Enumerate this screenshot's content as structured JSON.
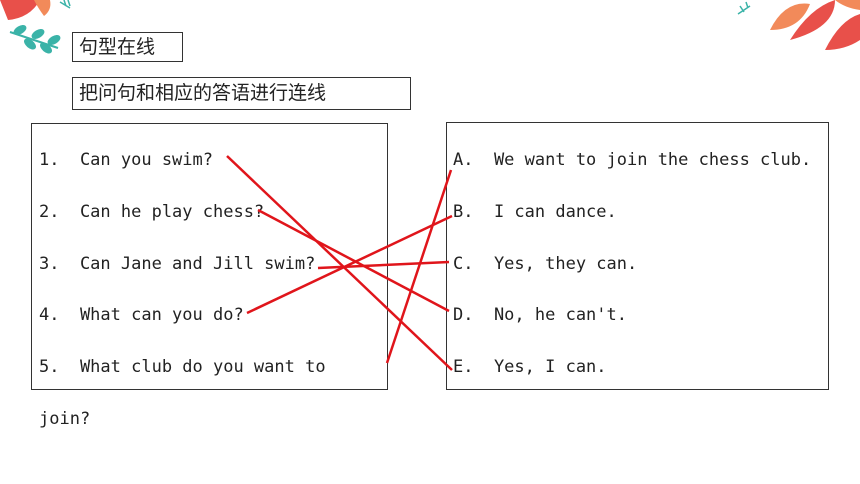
{
  "section_title": "句型在线",
  "instruction": "把问句和相应的答语进行连线",
  "questions": [
    "1.  Can you swim?",
    "2.  Can he play chess?",
    "3.  Can Jane and Jill swim?",
    "4.  What can you do?",
    "5.  What club do you want to",
    "join?"
  ],
  "answers": [
    "A.  We want to join the chess club.",
    "B.  I can dance.",
    "C.  Yes, they can.",
    "D.  No, he can't.",
    "E.  Yes, I can."
  ],
  "matches": [
    {
      "question": "1",
      "answer": "E"
    },
    {
      "question": "2",
      "answer": "D"
    },
    {
      "question": "3",
      "answer": "C"
    },
    {
      "question": "4",
      "answer": "B"
    },
    {
      "question": "5",
      "answer": "A"
    }
  ],
  "colors": {
    "match_line": "#e0151b",
    "border": "#333333",
    "leaf_teal": "#3bb3a8",
    "leaf_red": "#e8504a",
    "leaf_orange": "#f28a5a"
  }
}
